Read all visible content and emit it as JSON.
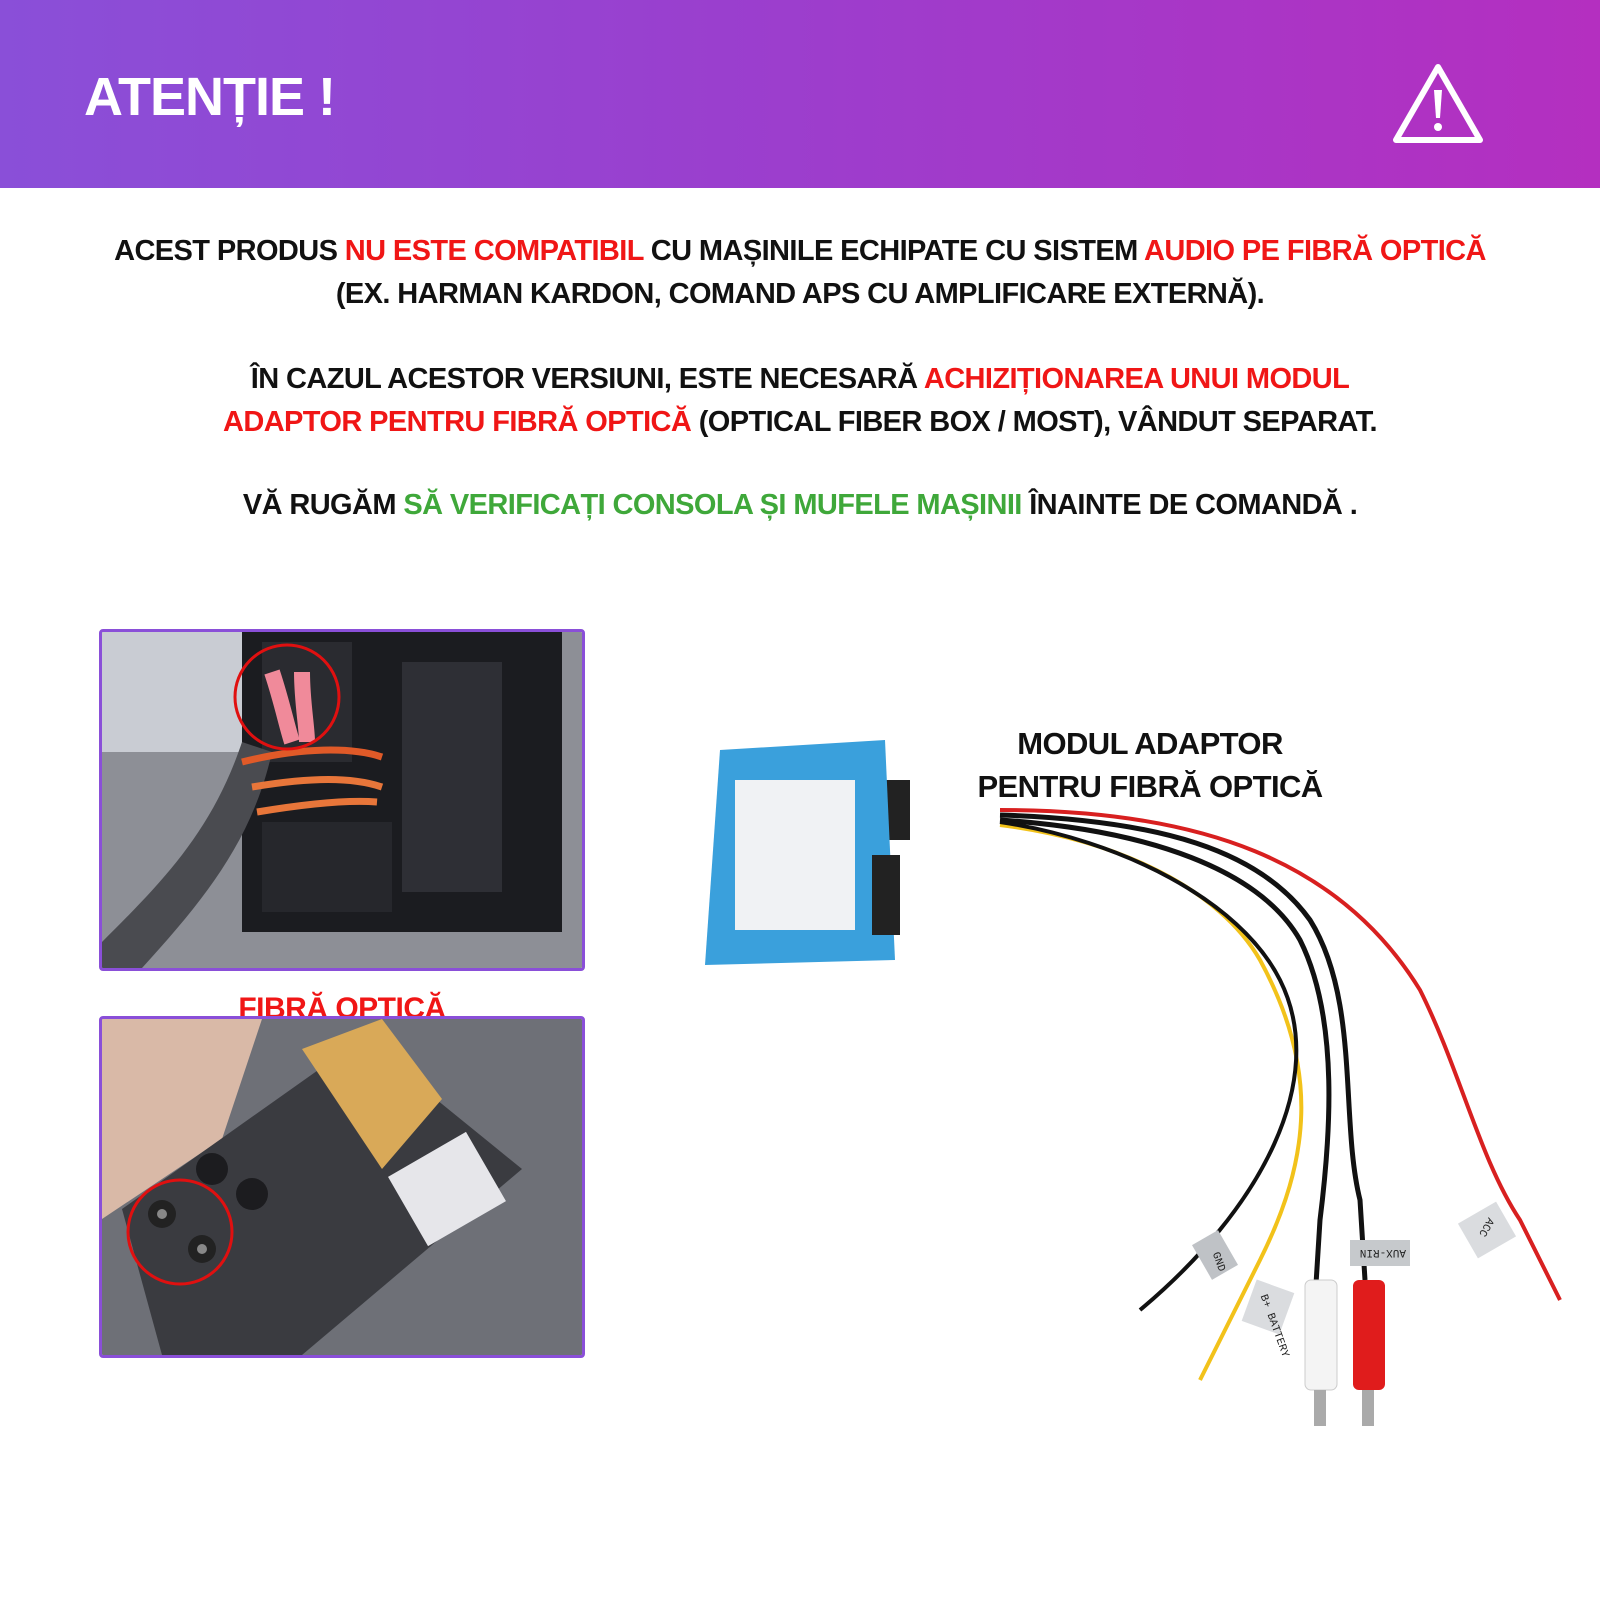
{
  "header": {
    "title": "ATENȚIE !",
    "icon": "warning-triangle-icon",
    "gradient_start": "#8a4fd8",
    "gradient_end": "#b42fc0"
  },
  "paragraph1": {
    "t1": "ACEST PRODUS ",
    "t2": "NU ESTE COMPATIBIL",
    "t3": " CU MAȘINILE ECHIPATE CU SISTEM ",
    "t4": "AUDIO PE FIBRĂ OPTICĂ",
    "t5": "(EX. HARMAN KARDON, COMAND APS CU AMPLIFICARE EXTERNĂ)."
  },
  "paragraph2": {
    "t1": "ÎN CAZUL ACESTOR VERSIUNI, ESTE NECESARĂ ",
    "t2": "ACHIZIȚIONAREA UNUI MODUL",
    "t3": "ADAPTOR PENTRU FIBRĂ OPTICĂ",
    "t4": " (OPTICAL FIBER BOX / MOST), VÂNDUT SEPARAT."
  },
  "paragraph3": {
    "t1": "VĂ RUGĂM ",
    "t2": "SĂ VERIFICAȚI CONSOLA ȘI MUFELE MAȘINII",
    "t3": " ÎNAINTE DE COMANDĂ ."
  },
  "photos": {
    "caption": "FIBRĂ OPTICĂ"
  },
  "module": {
    "label_line1": "MODUL ADAPTOR",
    "label_line2": "PENTRU FIBRĂ OPTICĂ",
    "wire_tags": [
      "GND",
      "B+ BATTERY",
      "AUX-RIN",
      "ACC"
    ]
  },
  "colors": {
    "accent_red": "#f01616",
    "accent_green": "#3fa83a",
    "frame": "#8a4fd8",
    "module_blue": "#3aa0dc"
  }
}
